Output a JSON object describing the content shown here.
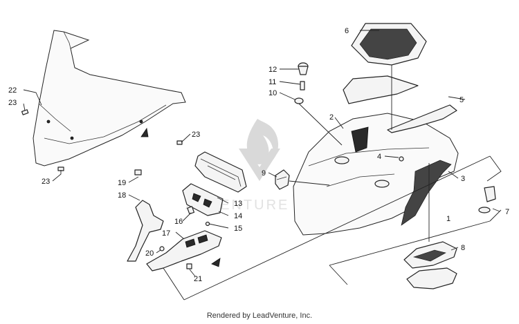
{
  "watermark": {
    "text": "ADVENTURE"
  },
  "footer": {
    "credit": "Rendered by LeadVenture, Inc."
  },
  "callouts": [
    "1",
    "2",
    "3",
    "4",
    "5",
    "6",
    "7",
    "8",
    "9",
    "10",
    "11",
    "12",
    "13",
    "14",
    "15",
    "16",
    "17",
    "18",
    "19",
    "20",
    "21",
    "22",
    "23"
  ],
  "labels": [
    {
      "id": "label-1",
      "text": "1"
    },
    {
      "id": "label-2",
      "text": "2"
    },
    {
      "id": "label-3",
      "text": "3"
    },
    {
      "id": "label-4",
      "text": "4"
    },
    {
      "id": "label-5",
      "text": "5"
    },
    {
      "id": "label-6",
      "text": "6"
    },
    {
      "id": "label-7",
      "text": "7"
    },
    {
      "id": "label-8",
      "text": "8"
    },
    {
      "id": "label-9",
      "text": "9"
    },
    {
      "id": "label-10",
      "text": "10"
    },
    {
      "id": "label-11",
      "text": "11"
    },
    {
      "id": "label-12",
      "text": "12"
    },
    {
      "id": "label-13",
      "text": "13"
    },
    {
      "id": "label-14",
      "text": "14"
    },
    {
      "id": "label-15",
      "text": "15"
    },
    {
      "id": "label-16",
      "text": "16"
    },
    {
      "id": "label-17",
      "text": "17"
    },
    {
      "id": "label-18",
      "text": "18"
    },
    {
      "id": "label-19",
      "text": "19"
    },
    {
      "id": "label-20",
      "text": "20"
    },
    {
      "id": "label-21",
      "text": "21"
    },
    {
      "id": "label-22",
      "text": "22"
    },
    {
      "id": "label-23a",
      "text": "23"
    },
    {
      "id": "label-23b",
      "text": "23"
    },
    {
      "id": "label-23c",
      "text": "23"
    }
  ]
}
